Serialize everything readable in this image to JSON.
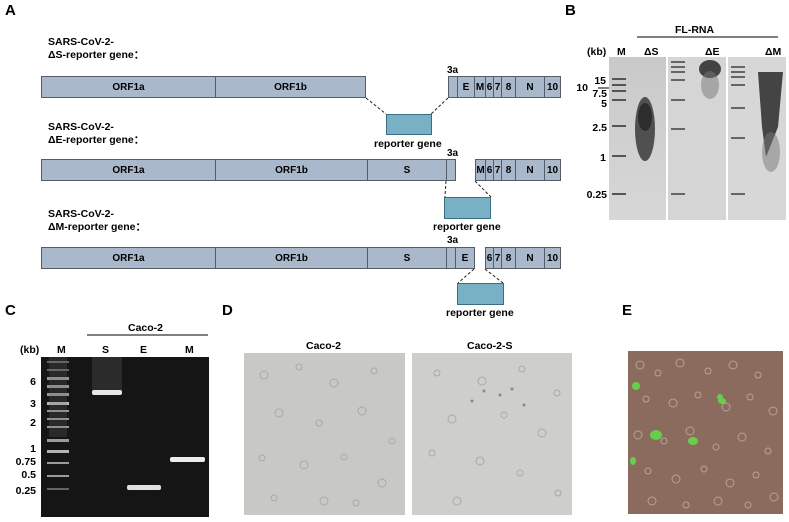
{
  "panels": {
    "a": "A",
    "b": "B",
    "c": "C",
    "d": "D",
    "e": "E"
  },
  "constructs": [
    {
      "title_line1": "SARS-CoV-2-",
      "title_line2": "ΔS-reporter gene：",
      "segments": [
        "ORF1a",
        "ORF1b",
        "3a",
        "E",
        "M",
        "6",
        "7",
        "8",
        "N",
        "10"
      ],
      "reporter_label": "reporter gene"
    },
    {
      "title_line1": "SARS-CoV-2-",
      "title_line2": "ΔE-reporter gene：",
      "segments": [
        "ORF1a",
        "ORF1b",
        "S",
        "3a",
        "M",
        "6",
        "7",
        "8",
        "N",
        "10"
      ],
      "reporter_label": "reporter gene"
    },
    {
      "title_line1": "SARS-CoV-2-",
      "title_line2": "ΔM-reporter gene：",
      "segments": [
        "ORF1a",
        "ORF1b",
        "S",
        "3a",
        "E",
        "6",
        "7",
        "8",
        "N",
        "10"
      ],
      "reporter_label": "reporter gene"
    }
  ],
  "panel_b": {
    "group_label": "FL-RNA",
    "unit": "(kb)",
    "marker": "M",
    "lanes": [
      "ΔS",
      "ΔE",
      "ΔM"
    ],
    "ladder": [
      "15",
      "10",
      "7.5",
      "5",
      "2.5",
      "1",
      "0.25"
    ]
  },
  "panel_c": {
    "group_label": "Caco-2",
    "unit": "(kb)",
    "marker": "M",
    "lanes": [
      "S",
      "E",
      "M"
    ],
    "ladder": [
      "6",
      "3",
      "2",
      "1",
      "0.75",
      "0.5",
      "0.25"
    ]
  },
  "panel_d": {
    "labels": [
      "Caco-2",
      "Caco-2-S"
    ]
  }
}
